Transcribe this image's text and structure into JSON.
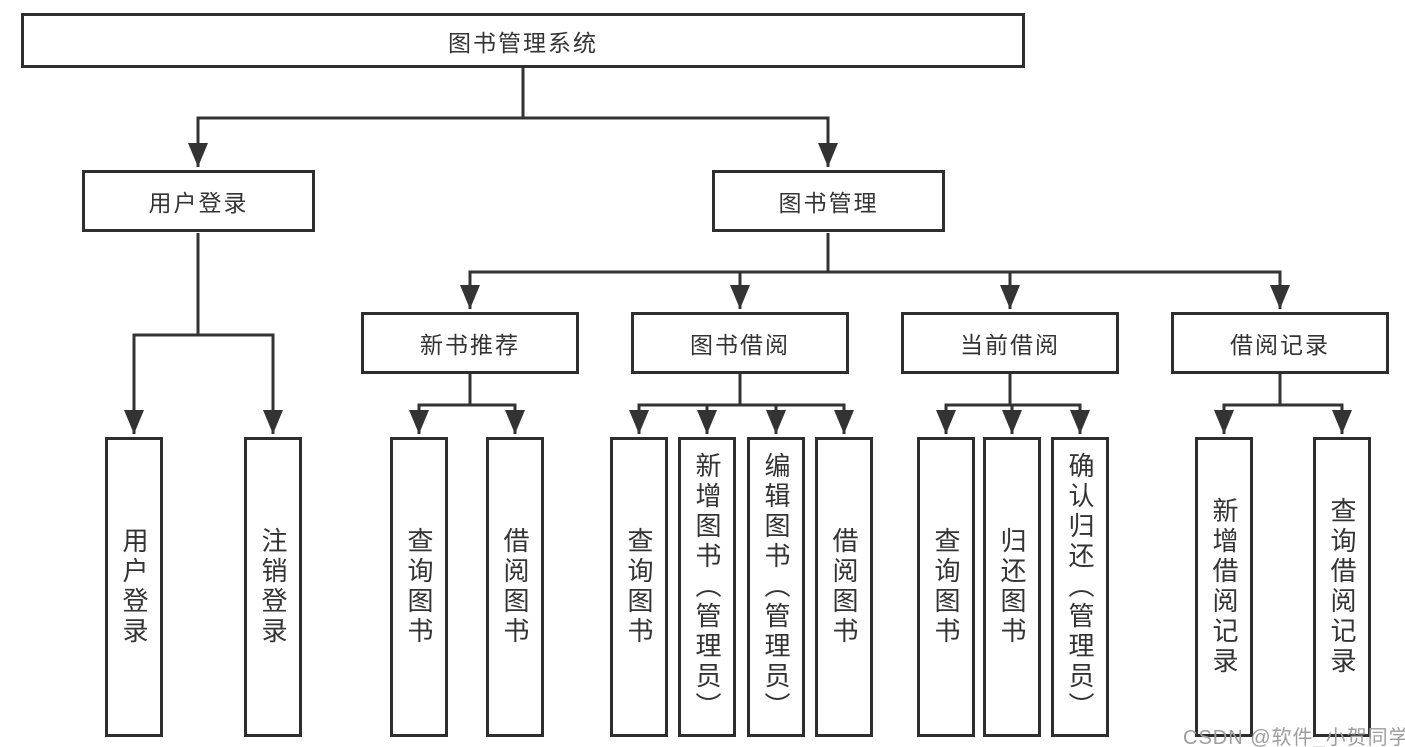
{
  "diagram_title": "图书管理系统",
  "tree": {
    "root": {
      "label": "图书管理系统"
    },
    "l2": [
      {
        "label": "用户登录"
      },
      {
        "label": "图书管理"
      }
    ],
    "l3": [
      {
        "label": "新书推荐",
        "parent": "图书管理"
      },
      {
        "label": "图书借阅",
        "parent": "图书管理"
      },
      {
        "label": "当前借阅",
        "parent": "图书管理"
      },
      {
        "label": "借阅记录",
        "parent": "图书管理"
      }
    ],
    "leaves": [
      {
        "label": "用户登录",
        "parent": "用户登录"
      },
      {
        "label": "注销登录",
        "parent": "用户登录"
      },
      {
        "label": "查询图书",
        "parent": "新书推荐"
      },
      {
        "label": "借阅图书",
        "parent": "新书推荐"
      },
      {
        "label": "查询图书",
        "parent": "图书借阅"
      },
      {
        "label": "新增图书（管理员）",
        "parent": "图书借阅"
      },
      {
        "label": "编辑图书（管理员）",
        "parent": "图书借阅"
      },
      {
        "label": "借阅图书",
        "parent": "图书借阅"
      },
      {
        "label": "查询图书",
        "parent": "当前借阅"
      },
      {
        "label": "归还图书",
        "parent": "当前借阅"
      },
      {
        "label": "确认归还（管理员）",
        "parent": "当前借阅"
      },
      {
        "label": "新增借阅记录",
        "parent": "借阅记录"
      },
      {
        "label": "查询借阅记录",
        "parent": "借阅记录"
      }
    ]
  },
  "watermark": "CSDN @软件_小贺同学",
  "colors": {
    "line": "#333333",
    "box_border": "#2e2e2e",
    "box_fill": "#ffffff",
    "text": "#333333",
    "watermark": "#9d9d9d",
    "background": "#ffffff"
  }
}
